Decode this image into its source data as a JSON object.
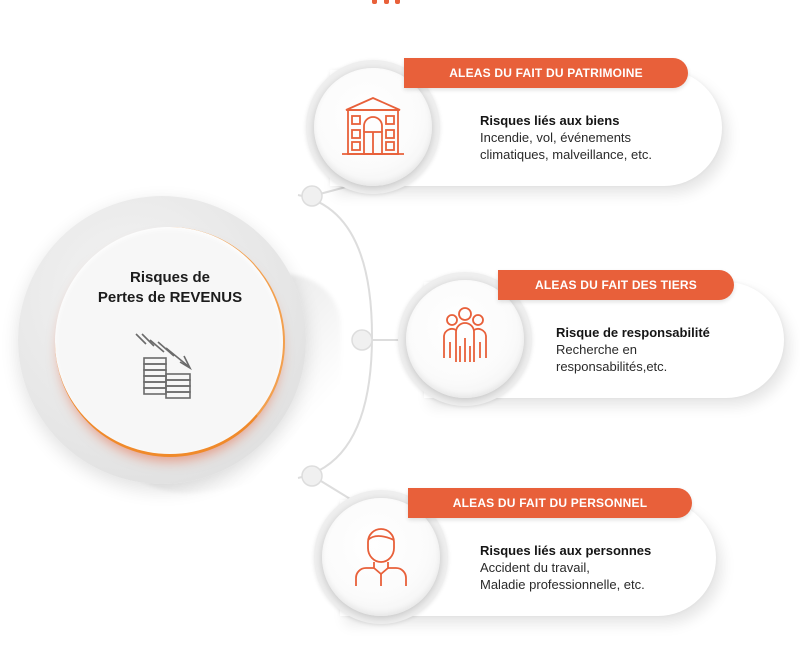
{
  "central": {
    "title_line1": "Risques de",
    "title_line2": "Pertes de REVENUS",
    "icon": "declining-stacks-icon"
  },
  "branches": [
    {
      "tag": "ALEAS DU FAIT DU PATRIMOINE",
      "heading": "Risques liés aux biens",
      "line1": "Incendie, vol, événements",
      "line2": "climatiques, malveillance, etc.",
      "icon": "building-icon"
    },
    {
      "tag": "ALEAS DU FAIT DES TIERS",
      "heading": "Risque de responsabilité",
      "line1": "Recherche en",
      "line2": "responsabilités,etc.",
      "icon": "group-people-icon"
    },
    {
      "tag": "ALEAS DU FAIT DU PERSONNEL",
      "heading": "Risques liés aux personnes",
      "line1": "Accident du travail,",
      "line2": "Maladie professionnelle, etc.",
      "icon": "person-icon"
    }
  ],
  "colors": {
    "accent": "#e8603a",
    "accent_light": "#f08a2a",
    "connector": "#dddddd",
    "text": "#222222"
  }
}
